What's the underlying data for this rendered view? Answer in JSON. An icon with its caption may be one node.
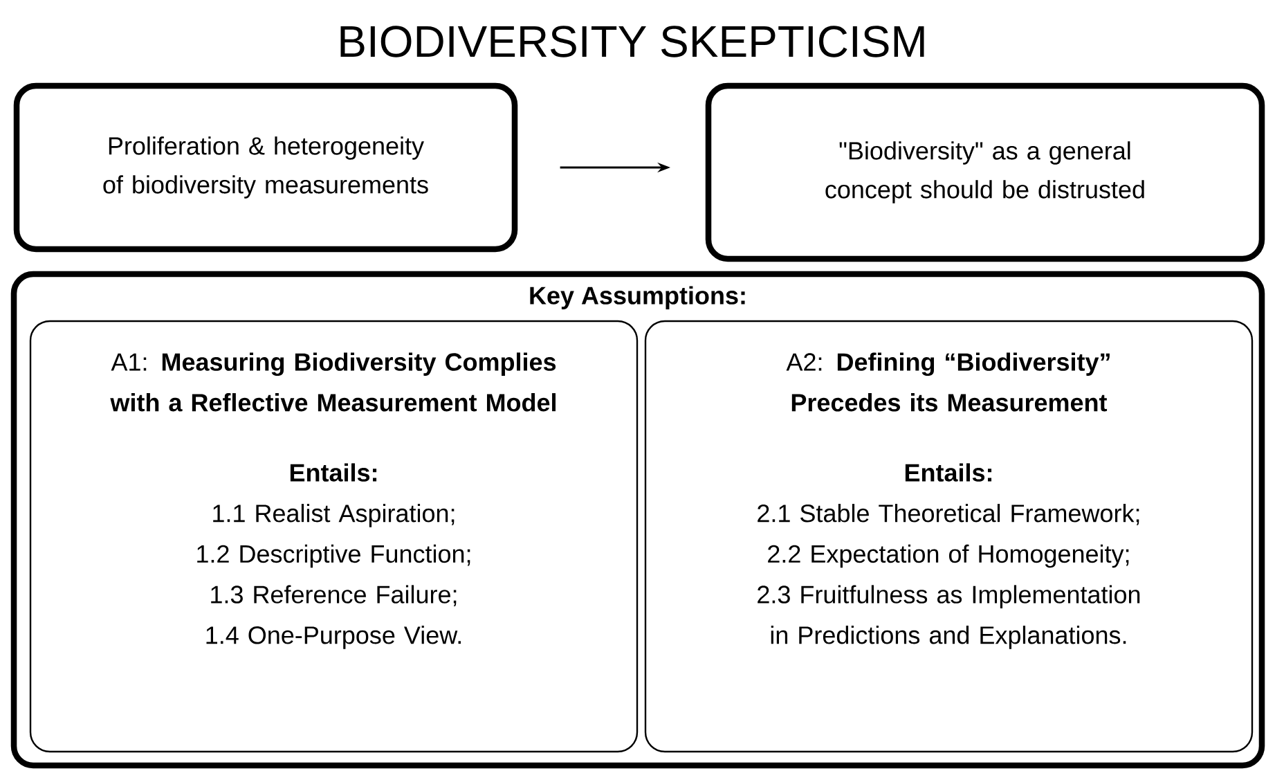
{
  "diagram": {
    "title": "BIODIVERSITY SKEPTICISM",
    "nodes": [
      {
        "text": [
          "Proliferation & heterogeneity of biodiversity measurements"
        ]
      },
      {
        "text": [
          "\"Biodiversity\" as a general concept should be distrusted"
        ]
      },
      {
        "text": [
          "Key Assumptions:"
        ]
      },
      {
        "text": [
          "A1: **Measuring Biodiversity Complies with a Reflective Measurement Model**",
          "Entails:",
          "1.1 Realist Aspiration;",
          "1.2 Descriptive Function;",
          "1.3 Reference Failure;",
          "1.4 One-Purpose View."
        ],
        "in": 2
      },
      {
        "text": [
          "A2: **Defining “Biodiversity” Precedes its Measurement**",
          "Entails:",
          "2.1 Stable Theoretical Framework;",
          "2.2 Expectation of Homogeneity;",
          "2.3 Fruitfulness as Implementation in Predictions and Explanations."
        ],
        "in": 2
      }
    ],
    "edges": [
      {
        "from": 0,
        "to": 1,
        "arrow": "to"
      }
    ]
  }
}
